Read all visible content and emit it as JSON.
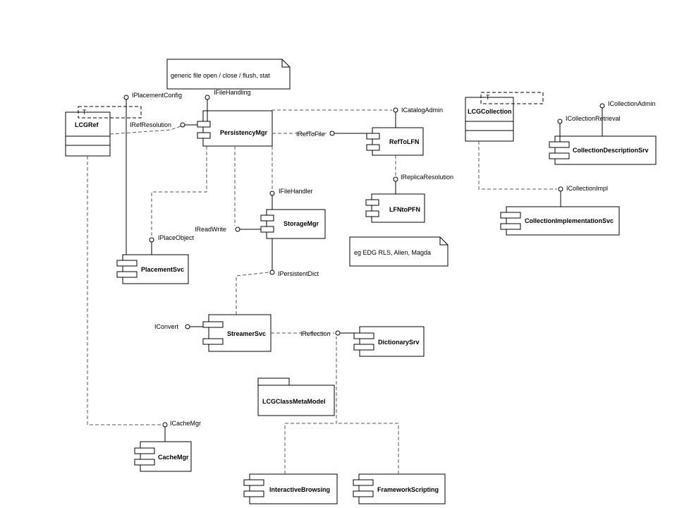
{
  "notes": {
    "file_ops": "generic file open / close / flush, stat",
    "catalogs": "eg EDG RLS, Alien, Magda"
  },
  "components": {
    "persistency_mgr": "PersistencyMgr",
    "ref_to_lfn": "RefToLFN",
    "lfn_to_pfn": "LFNtoPFN",
    "storage_mgr": "StorageMgr",
    "placement_svc": "PlacementSvc",
    "streamer_svc": "StreamerSvc",
    "dictionary_srv": "DictionarySrv",
    "cache_mgr": "CacheMgr",
    "interactive_browsing": "InteractiveBrowsing",
    "framework_scripting": "FrameworkScripting",
    "collection_description_srv": "CollectionDescriptionSrv",
    "collection_implementation_svc": "CollectionImplementationSvc"
  },
  "classes": {
    "lcg_ref": "LCGRef",
    "lcg_ref_param": "T",
    "lcg_collection": "LCGCollection",
    "lcg_collection_param": "T"
  },
  "packages": {
    "lcg_class_meta_model": "LCGClassMetaModel"
  },
  "interfaces": {
    "i_placement_config": "IPlacementConfig",
    "i_file_handling": "IFileHandling",
    "i_ref_resolution": "IRefResolution",
    "i_catalog_admin": "ICatalogAdmin",
    "i_ref_to_file": "IRefToFile",
    "i_replica_resolution": "IReplicaResolution",
    "i_file_handler": "IFileHandler",
    "i_read_write": "IReadWrite",
    "i_place_object": "IPlaceObject",
    "i_persistent_dict": "IPersistentDict",
    "i_convert": "IConvert",
    "i_reflection": "IReflection",
    "i_cache_mgr": "ICacheMgr",
    "i_collection_admin": "ICollectionAdmin",
    "i_collection_retrieval": "ICollectionRetrieval",
    "i_collection_impl": "ICollectionImpl"
  }
}
